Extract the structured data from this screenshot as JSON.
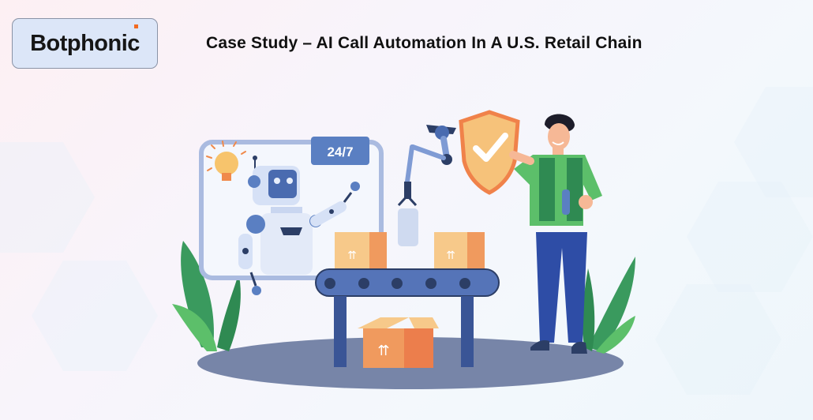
{
  "logo": {
    "text": "Botphonic",
    "accent_color": "#f26a21",
    "box_color": "#dce6f8"
  },
  "header": {
    "title": "Case Study – AI Call Automation In A U.S. Retail Chain"
  },
  "illustration": {
    "badge_text": "24/7",
    "elements": [
      "robot-waving",
      "lightbulb",
      "robotic-arm",
      "conveyor-belt",
      "cardboard-boxes",
      "shield-checkmark",
      "worker-with-wrench",
      "plants"
    ],
    "colors": {
      "robot_blue": "#5b7fc4",
      "box_orange": "#f0a060",
      "shield_orange": "#f08a4b",
      "worker_green": "#5cb85c",
      "floor": "#7785a8"
    }
  }
}
